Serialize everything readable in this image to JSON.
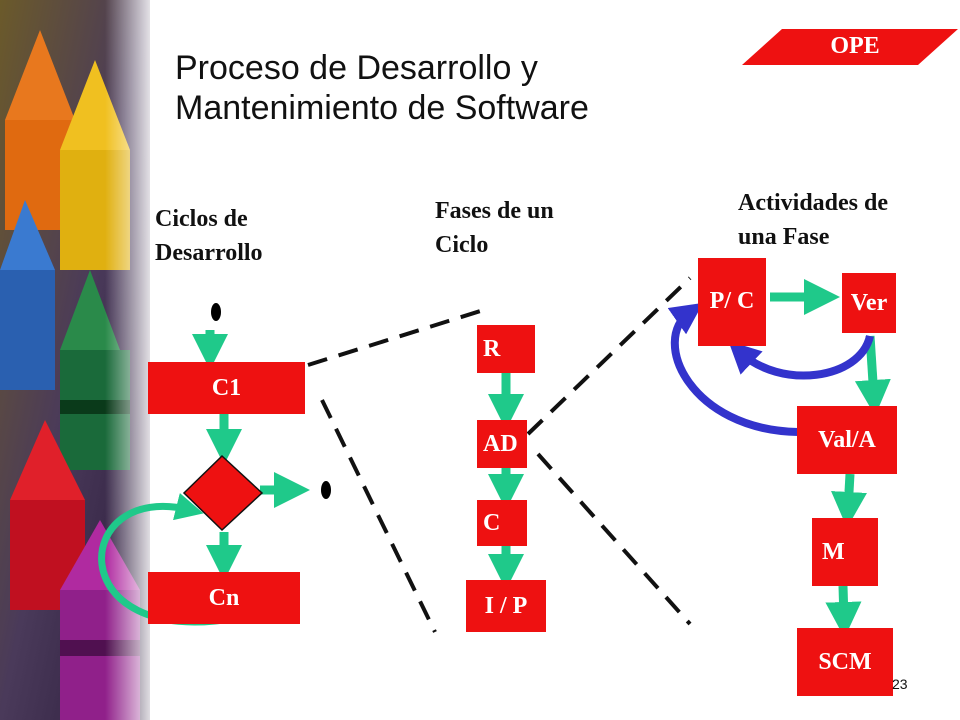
{
  "slide": {
    "title_line1": "Proceso de Desarrollo y",
    "title_line2": "Mantenimiento de Software",
    "badge": "OPE",
    "page_number": "23"
  },
  "headings": {
    "cycles_line1": "Ciclos de",
    "cycles_line2": "Desarrollo",
    "phases_line1": "Fases de un",
    "phases_line2": "Ciclo",
    "activities_line1": "Actividades de",
    "activities_line2": "una Fase"
  },
  "cycles": {
    "first": "C1",
    "last": "Cn"
  },
  "phases": [
    "R",
    "AD",
    "C",
    "I / P"
  ],
  "activities": {
    "plan": "P/ C",
    "verify": "Ver",
    "validate": "Val/A",
    "maintain": "M",
    "scm": "SCM"
  },
  "colors": {
    "box": "#ee1111",
    "arrow_green": "#1fc98a",
    "arrow_blue": "#3333cc",
    "badge": "#ee1111"
  }
}
